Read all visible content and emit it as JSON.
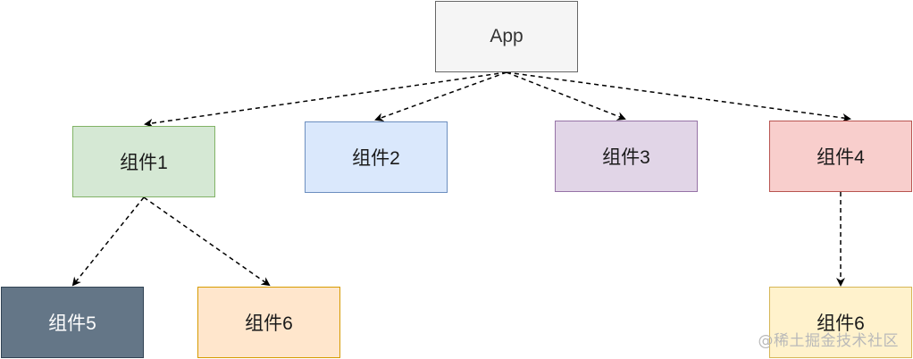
{
  "nodes": [
    {
      "id": "app",
      "label": "App",
      "fill": "#f5f5f5",
      "stroke": "#666666",
      "text": "#333333"
    },
    {
      "id": "c1",
      "label": "组件1",
      "fill": "#d5e8d4",
      "stroke": "#82b366",
      "text": "#1a1a1a"
    },
    {
      "id": "c2",
      "label": "组件2",
      "fill": "#dae8fc",
      "stroke": "#6c8ebf",
      "text": "#1a1a1a"
    },
    {
      "id": "c3",
      "label": "组件3",
      "fill": "#e1d5e7",
      "stroke": "#9673a6",
      "text": "#1a1a1a"
    },
    {
      "id": "c4",
      "label": "组件4",
      "fill": "#f8cecc",
      "stroke": "#b85450",
      "text": "#1a1a1a"
    },
    {
      "id": "c5",
      "label": "组件5",
      "fill": "#647687",
      "stroke": "#314354",
      "text": "#ffffff"
    },
    {
      "id": "c6a",
      "label": "组件6",
      "fill": "#ffe6cc",
      "stroke": "#d79b00",
      "text": "#1a1a1a"
    },
    {
      "id": "c6b",
      "label": "组件6",
      "fill": "#fff2cc",
      "stroke": "#d6b656",
      "text": "#1a1a1a"
    }
  ],
  "edges": [
    {
      "from": "app",
      "to": "c1"
    },
    {
      "from": "app",
      "to": "c2"
    },
    {
      "from": "app",
      "to": "c3"
    },
    {
      "from": "app",
      "to": "c4"
    },
    {
      "from": "c1",
      "to": "c5"
    },
    {
      "from": "c1",
      "to": "c6a"
    },
    {
      "from": "c4",
      "to": "c6b"
    }
  ],
  "edge_style": {
    "color": "#000000",
    "dashed": true
  },
  "watermark": "@稀土掘金技术社区"
}
